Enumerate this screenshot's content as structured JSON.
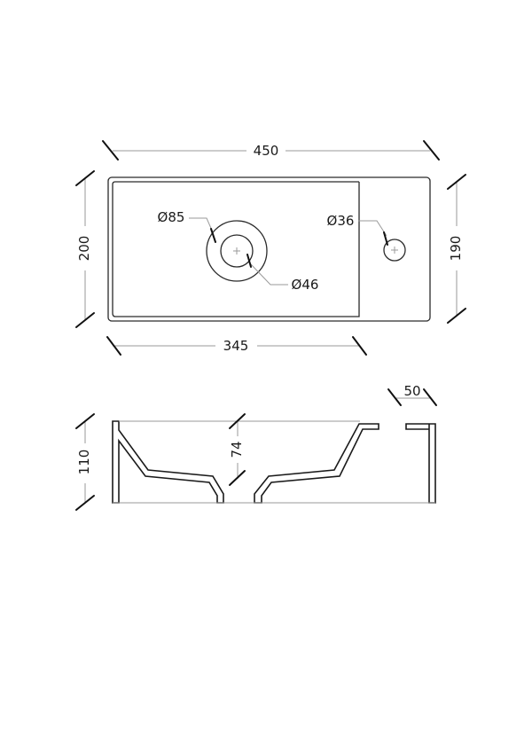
{
  "plan_view": {
    "dim_width_total": "450",
    "dim_height_left": "200",
    "dim_height_right": "190",
    "dim_bowl_width": "345",
    "label_outer_ring": "Ø85",
    "label_drain": "Ø46",
    "label_tap_hole": "Ø36"
  },
  "section_view": {
    "dim_height_total": "110",
    "dim_bowl_depth": "74",
    "dim_ledge_width": "50"
  },
  "colors": {
    "line": "#2a2a2a",
    "dimension_line": "#9a9a9a",
    "tick": "#111111"
  }
}
